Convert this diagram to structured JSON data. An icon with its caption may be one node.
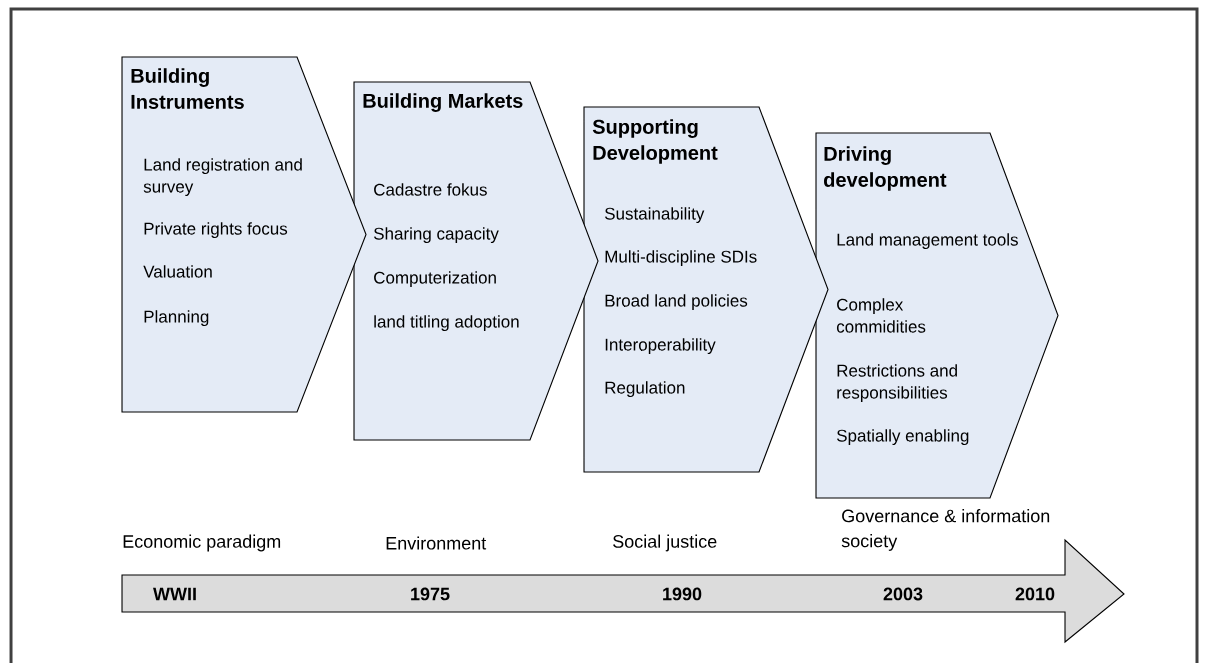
{
  "diagram": {
    "nodes": [
      {
        "text": [
          "Building Instruments",
          "Land registration and survey",
          "Private rights focus",
          "Valuation",
          "Planning"
        ]
      },
      {
        "text": [
          "Building Markets",
          "Cadastre fokus",
          "Sharing capacity",
          "Computerization",
          "land titling adoption"
        ]
      },
      {
        "text": [
          "Supporting Development",
          "Sustainability",
          "Multi-discipline SDIs",
          "Broad land policies",
          "Interoperability",
          "Regulation"
        ]
      },
      {
        "text": [
          "Driving development",
          "Land management tools",
          "Complex commidities",
          "Restrictions and responsibilities",
          "Spatially enabling"
        ]
      },
      {
        "text": [
          "WWII",
          "1975",
          "1990",
          "2003",
          "2010"
        ]
      }
    ],
    "labels": [
      "Economic paradigm",
      "Environment",
      "Social justice",
      "Governance & information society"
    ]
  }
}
